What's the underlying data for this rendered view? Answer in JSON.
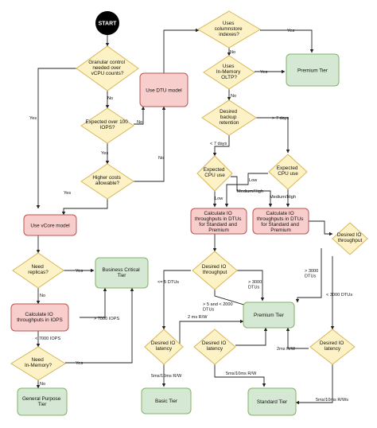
{
  "nodes": {
    "start": "START",
    "granular": [
      "Granular control",
      "needed over",
      "vCPU counts?"
    ],
    "iops100": [
      "Expected over 100",
      "IOPS?"
    ],
    "higher_costs": [
      "Higher costs",
      "allowable?"
    ],
    "use_vcore": "Use vCore model",
    "need_replicas": [
      "Need",
      "replicas?"
    ],
    "business_critical": [
      "Business Critical",
      "Tier"
    ],
    "calc_iops": [
      "Calculate IO",
      "throughputs in IOPS"
    ],
    "need_inmemory": [
      "Need",
      "In-Memory?"
    ],
    "general_purpose": [
      "General Purpose",
      "Tier"
    ],
    "use_dtu": "Use DTU model",
    "columnstore": [
      "Uses",
      "columnstore",
      "indexes?"
    ],
    "inmemory_oltp": [
      "Uses",
      "In-Memory",
      "OLTP?"
    ],
    "premium_tier_top": "Premium Tier",
    "backup": [
      "Desired",
      "backup",
      "retention"
    ],
    "cpu_left": [
      "Expected",
      "CPU use"
    ],
    "cpu_right": [
      "Expected",
      "CPU use"
    ],
    "calc_dtu_left": [
      "Calculate IO",
      "throughputs in DTUs",
      "for Standard and",
      "Premium"
    ],
    "calc_dtu_right": [
      "Calculate IO",
      "throughputs in DTUs",
      "for Standard and",
      "Premium"
    ],
    "io_mid": [
      "Desired IO",
      "throughput"
    ],
    "io_right": [
      "Desired IO",
      "throughput"
    ],
    "premium_tier_mid": "Premium Tier",
    "latency_left": [
      "Desired IO",
      "latency"
    ],
    "latency_mid": [
      "Desired IO",
      "latency"
    ],
    "latency_right": [
      "Desired IO",
      "latency"
    ],
    "basic_tier": "Basic Tier",
    "standard_tier": "Standard Tier"
  },
  "edges": {
    "yes": "Yes",
    "no": "No",
    "gt7days": "> 7 days",
    "lt7days": "< 7 days",
    "low": "Low",
    "medium_high": "Medium/High",
    "gt7000iops": "> 7000 IOPS",
    "lt7000iops": "< 7000 IOPS",
    "le5dtus": "<= 5 DTUs",
    "gt3000dtus": [
      "> 3000",
      "DTUs"
    ],
    "gt5_lt2000": [
      "> 5 and < 2000",
      "DTUs"
    ],
    "gt3000dtus_right": [
      "> 3000",
      "DTUs"
    ],
    "lt3000dtus": "< 3000 DTUs",
    "rw2ms_a": "2 ms R/W",
    "rw2ms_b": "2ms R/W",
    "rw5_10_left": "5ms/10ms R/W",
    "rw5_10_mid": "5ms/10ms R/W",
    "rw5_10_right": "5ms/10ms R/Ws"
  }
}
